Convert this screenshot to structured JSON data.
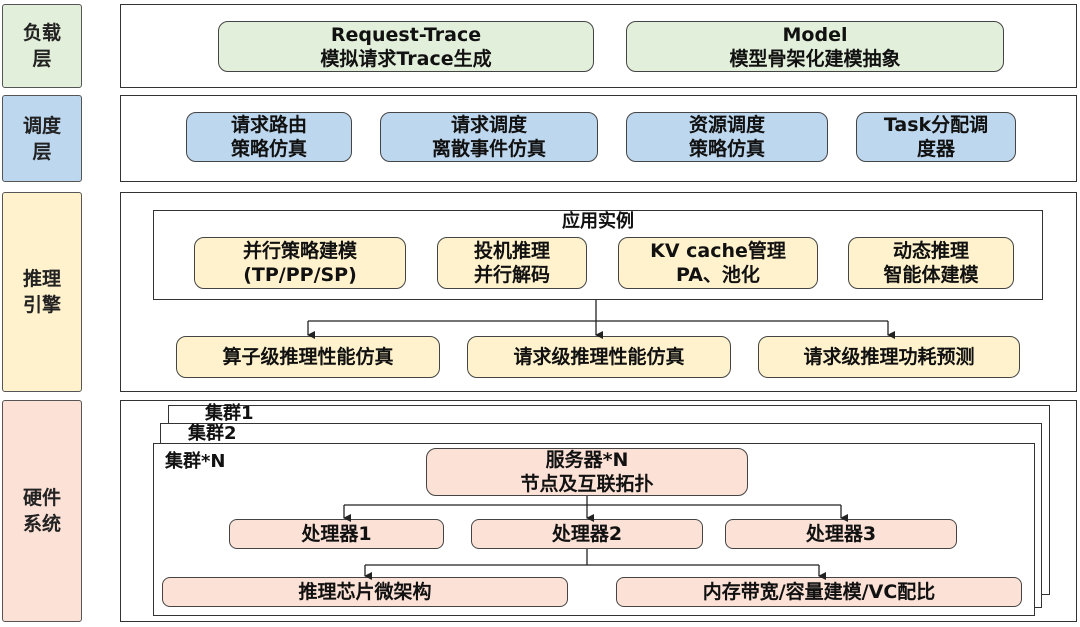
{
  "layers": {
    "load": [
      "负载",
      "层"
    ],
    "schedule": [
      "调度",
      "层"
    ],
    "inference": [
      "推理",
      "引擎"
    ],
    "hardware": [
      "硬件",
      "系统"
    ]
  },
  "load_boxes": [
    [
      "Request-Trace",
      "模拟请求Trace生成"
    ],
    [
      "Model",
      "模型骨架化建模抽象"
    ]
  ],
  "schedule_boxes": [
    [
      "请求路由",
      "策略仿真"
    ],
    [
      "请求调度",
      "离散事件仿真"
    ],
    [
      "资源调度",
      "策略仿真"
    ],
    [
      "Task分配调",
      "度器"
    ]
  ],
  "inference": {
    "instance_title": "应用实例",
    "instance_boxes": [
      [
        "并行策略建模",
        "(TP/PP/SP)"
      ],
      [
        "投机推理",
        "并行解码"
      ],
      [
        "KV cache管理",
        "PA、池化"
      ],
      [
        "动态推理",
        "智能体建模"
      ]
    ],
    "sim_boxes": [
      "算子级推理性能仿真",
      "请求级推理性能仿真",
      "请求级推理功耗预测"
    ]
  },
  "hardware": {
    "cluster_labels": [
      "集群1",
      "集群2",
      "集群*N"
    ],
    "server": [
      "服务器*N",
      "节点及互联拓扑"
    ],
    "processors": [
      "处理器1",
      "处理器2",
      "处理器3"
    ],
    "bottom_boxes": [
      "推理芯片微架构",
      "内存带宽/容量建模/VC配比"
    ]
  },
  "colors": {
    "load": "#e2efda",
    "schedule": "#bdd7ee",
    "inference": "#fff2cc",
    "hardware": "#fbe1d6"
  }
}
